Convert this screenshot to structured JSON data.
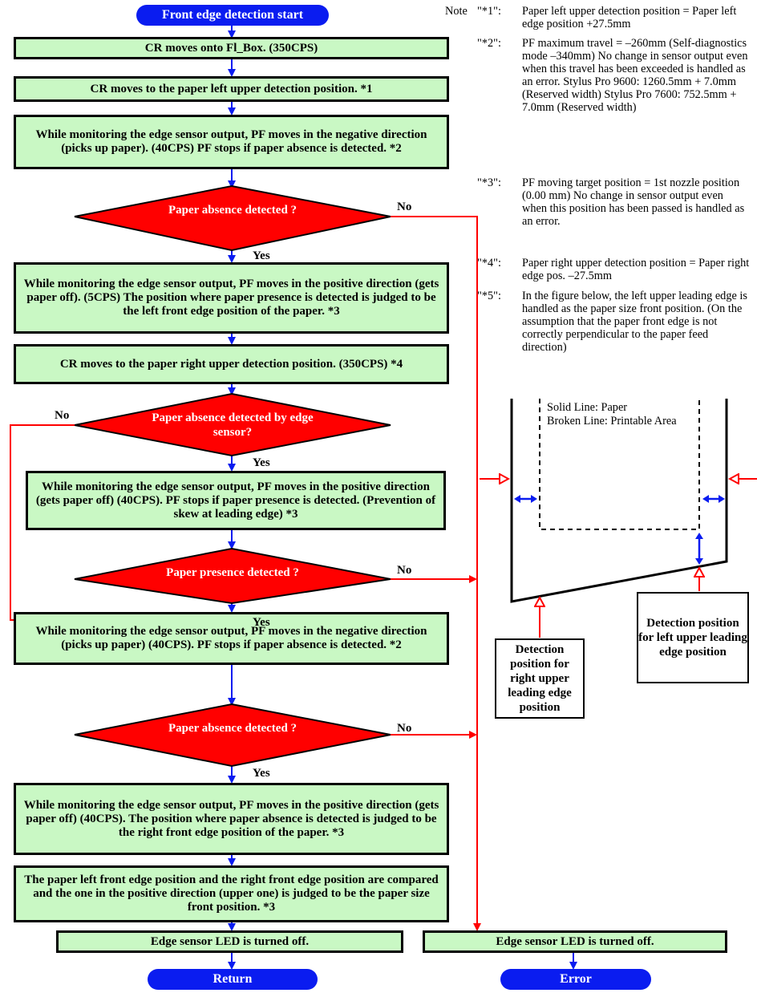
{
  "start": "Front edge detection start",
  "steps": [
    "CR moves onto Fl_Box. (350CPS)",
    "CR moves to the paper left upper detection position. *1",
    "While monitoring the edge sensor output, PF moves in the negative direction (picks up paper). (40CPS) PF stops if paper absence is detected. *2",
    "While monitoring the edge sensor output, PF moves in the positive direction (gets paper off). (5CPS) The position where paper presence is detected is judged to be the left front edge position of the paper. *3",
    "CR moves to the paper right upper detection position. (350CPS) *4",
    "While monitoring the edge sensor output, PF moves in the positive direction (gets paper off) (40CPS). PF stops if paper presence is detected. (Prevention of skew at leading edge) *3",
    "While monitoring the edge sensor output, PF moves in the negative direction (picks up paper) (40CPS). PF stops if paper absence is detected. *2",
    "While monitoring the edge sensor output, PF moves in the positive direction (gets paper off) (40CPS). The position where paper absence is detected is judged to be the right front edge position of the paper. *3",
    "The paper left front edge position and the right front edge position are compared and the one in the positive direction (upper one) is judged to be the paper size front position. *3",
    "Edge sensor LED is turned off."
  ],
  "decisions": [
    "Paper absence detected ?",
    "Paper absence detected by edge sensor?",
    "Paper presence detected ?",
    "Paper absence detected ?"
  ],
  "labels": {
    "yes": "Yes",
    "no": "No"
  },
  "error_step": "Edge sensor LED is turned off.",
  "end_return": "Return",
  "end_error": "Error",
  "note_title": "Note",
  "notes": [
    {
      "key": "\"*1\":",
      "text": "Paper left upper detection position = Paper left edge position +27.5mm"
    },
    {
      "key": "\"*2\":",
      "text": "PF maximum travel = –260mm (Self-diagnostics mode –340mm) No change in sensor output even when this travel has been exceeded is handled as an error. Stylus Pro 9600: 1260.5mm + 7.0mm (Reserved width) Stylus Pro 7600: 752.5mm + 7.0mm (Reserved width)"
    },
    {
      "key": "\"*3\":",
      "text": "PF moving target position = 1st nozzle position (0.00 mm) No change in sensor output even when this position has been passed is handled as an error."
    },
    {
      "key": "\"*4\":",
      "text": "Paper right upper detection position = Paper right edge pos. –27.5mm"
    },
    {
      "key": "\"*5\":",
      "text": "In the figure below, the left upper leading edge is handled as the paper size front position. (On the assumption that the paper front edge is not correctly perpendicular to the paper feed direction)"
    }
  ],
  "figure": {
    "legend": "Solid Line: Paper\nBroken Line: Printable Area",
    "right_detect": "Detection position for right upper leading edge position",
    "left_detect": "Detection position for left upper leading edge position"
  },
  "colors": {
    "terminal": "#0a1cf0",
    "process": "#c9f8c4",
    "decision": "#ff0000",
    "flow_line": "#0a1cf0",
    "no_line": "#ff0000"
  }
}
